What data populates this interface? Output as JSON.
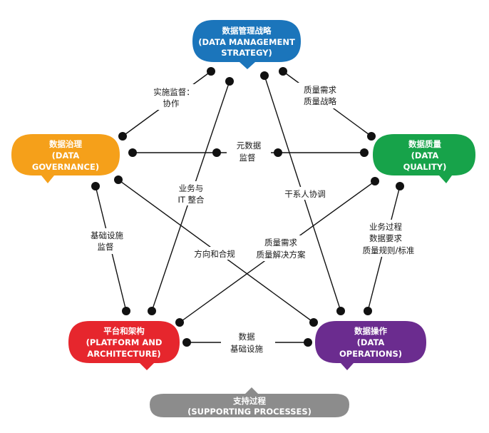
{
  "colors": {
    "strategy": "#1b75bb",
    "governance": "#f5a01a",
    "quality": "#17a34a",
    "platform": "#e6262d",
    "operations": "#6b2c8f",
    "supporting": "#8c8c8c",
    "line": "#111111"
  },
  "nodes": {
    "strategy": {
      "line1": "数据管理战略",
      "line2": "(DATA MANAGEMENT",
      "line3": "STRATEGY)"
    },
    "governance": {
      "line1": "数据治理",
      "line2": "(DATA",
      "line3": "GOVERNANCE)"
    },
    "quality": {
      "line1": "数据质量",
      "line2": "(DATA",
      "line3": "QUALITY)"
    },
    "platform": {
      "line1": "平台和架构",
      "line2": "(PLATFORM AND",
      "line3": "ARCHITECTURE)"
    },
    "operations": {
      "line1": "数据操作",
      "line2": "(DATA",
      "line3": "OPERATIONS)"
    },
    "supporting": {
      "line1": "支持过程",
      "line2": "(SUPPORTING PROCESSES)"
    }
  },
  "edges": {
    "strat_gov": {
      "line1": "实施监督：",
      "line2": "协作"
    },
    "strat_qual": {
      "line1": "质量需求",
      "line2": "质量战略"
    },
    "gov_qual": {
      "line1": "元数据",
      "line2": "监督"
    },
    "strat_plat": {
      "line1": "业务与",
      "line2": "IT 整合"
    },
    "strat_ops": {
      "line1": "干系人协调"
    },
    "gov_plat": {
      "line1": "基础设施",
      "line2": "监督"
    },
    "qual_ops": {
      "line1": "业务过程",
      "line2": "数据要求",
      "line3": "质量规则/标准"
    },
    "gov_ops": {
      "line1": "方向和合规"
    },
    "qual_plat": {
      "line1": "质量需求",
      "line2": "质量解决方案"
    },
    "plat_ops": {
      "line1": "数据",
      "line2": "基础设施"
    }
  }
}
